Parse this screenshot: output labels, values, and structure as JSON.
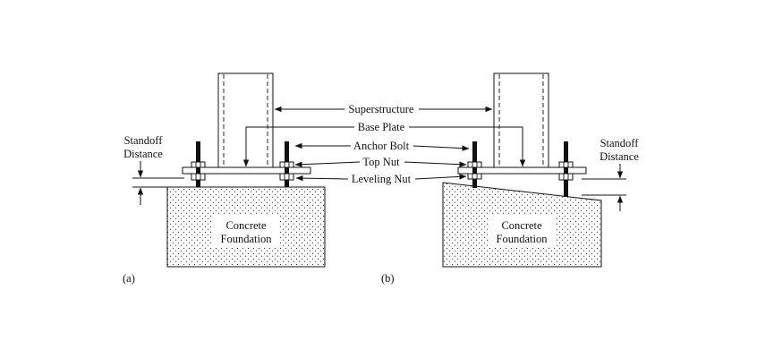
{
  "labels": {
    "superstructure": "Superstructure",
    "base_plate": "Base Plate",
    "anchor_bolt": "Anchor Bolt",
    "top_nut": "Top Nut",
    "leveling_nut": "Leveling Nut"
  },
  "panel_a": {
    "tag": "(a)",
    "standoff_line1": "Standoff",
    "standoff_line2": "Distance",
    "foundation_line1": "Concrete",
    "foundation_line2": "Foundation"
  },
  "panel_b": {
    "tag": "(b)",
    "standoff_line1": "Standoff",
    "standoff_line2": "Distance",
    "foundation_line1": "Concrete",
    "foundation_line2": "Foundation"
  },
  "colors": {
    "ink": "#111111",
    "background": "#ffffff",
    "concrete_dots": "#333333"
  }
}
